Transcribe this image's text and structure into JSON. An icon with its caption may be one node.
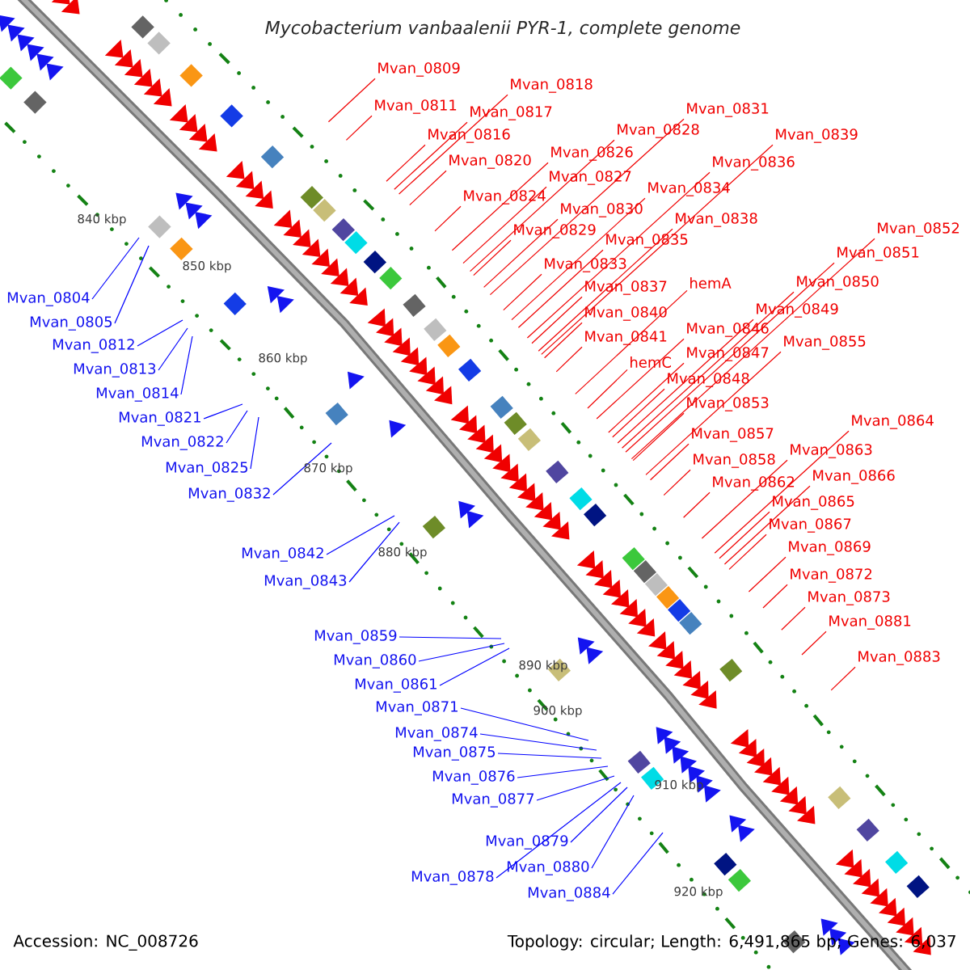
{
  "diagram": {
    "title": "Mycobacterium vanbaalenii PYR-1, complete genome",
    "nodes": [
      {
        "text": [
          "Mvan_0809"
        ]
      },
      {
        "text": [
          "Mvan_0811"
        ]
      },
      {
        "text": [
          "Mvan_0816"
        ]
      },
      {
        "text": [
          "Mvan_0817"
        ]
      },
      {
        "text": [
          "Mvan_0818"
        ]
      },
      {
        "text": [
          "Mvan_0820"
        ]
      },
      {
        "text": [
          "Mvan_0824"
        ]
      },
      {
        "text": [
          "Mvan_0826"
        ]
      },
      {
        "text": [
          "Mvan_0827"
        ]
      },
      {
        "text": [
          "Mvan_0828"
        ]
      },
      {
        "text": [
          "Mvan_0829"
        ]
      },
      {
        "text": [
          "Mvan_0830"
        ]
      },
      {
        "text": [
          "Mvan_0831"
        ]
      },
      {
        "text": [
          "Mvan_0833"
        ]
      },
      {
        "text": [
          "Mvan_0834"
        ]
      },
      {
        "text": [
          "Mvan_0835"
        ]
      },
      {
        "text": [
          "Mvan_0836"
        ]
      },
      {
        "text": [
          "Mvan_0837"
        ]
      },
      {
        "text": [
          "Mvan_0838"
        ]
      },
      {
        "text": [
          "Mvan_0839"
        ]
      },
      {
        "text": [
          "Mvan_0840"
        ]
      },
      {
        "text": [
          "hemA"
        ]
      },
      {
        "text": [
          "Mvan_0841"
        ]
      },
      {
        "text": [
          "hemC"
        ]
      },
      {
        "text": [
          "Mvan_0846"
        ]
      },
      {
        "text": [
          "Mvan_0847"
        ]
      },
      {
        "text": [
          "Mvan_0848"
        ]
      },
      {
        "text": [
          "Mvan_0849"
        ]
      },
      {
        "text": [
          "Mvan_0850"
        ]
      },
      {
        "text": [
          "Mvan_0851"
        ]
      },
      {
        "text": [
          "Mvan_0852"
        ]
      },
      {
        "text": [
          "Mvan_0853"
        ]
      },
      {
        "text": [
          "Mvan_0855"
        ]
      },
      {
        "text": [
          "Mvan_0857"
        ]
      },
      {
        "text": [
          "Mvan_0858"
        ]
      },
      {
        "text": [
          "Mvan_0862"
        ]
      },
      {
        "text": [
          "Mvan_0863"
        ]
      },
      {
        "text": [
          "Mvan_0864"
        ]
      },
      {
        "text": [
          "Mvan_0865"
        ]
      },
      {
        "text": [
          "Mvan_0866"
        ]
      },
      {
        "text": [
          "Mvan_0867"
        ]
      },
      {
        "text": [
          "Mvan_0869"
        ]
      },
      {
        "text": [
          "Mvan_0872"
        ]
      },
      {
        "text": [
          "Mvan_0873"
        ]
      },
      {
        "text": [
          "Mvan_0881"
        ]
      },
      {
        "text": [
          "Mvan_0883"
        ]
      },
      {
        "text": [
          "Mvan_0804"
        ]
      },
      {
        "text": [
          "Mvan_0805"
        ]
      },
      {
        "text": [
          "Mvan_0812"
        ]
      },
      {
        "text": [
          "Mvan_0813"
        ]
      },
      {
        "text": [
          "Mvan_0814"
        ]
      },
      {
        "text": [
          "Mvan_0821"
        ]
      },
      {
        "text": [
          "Mvan_0822"
        ]
      },
      {
        "text": [
          "Mvan_0825"
        ]
      },
      {
        "text": [
          "Mvan_0832"
        ]
      },
      {
        "text": [
          "Mvan_0842"
        ]
      },
      {
        "text": [
          "Mvan_0843"
        ]
      },
      {
        "text": [
          "Mvan_0859"
        ]
      },
      {
        "text": [
          "Mvan_0860"
        ]
      },
      {
        "text": [
          "Mvan_0861"
        ]
      },
      {
        "text": [
          "Mvan_0871"
        ]
      },
      {
        "text": [
          "Mvan_0874"
        ]
      },
      {
        "text": [
          "Mvan_0875"
        ]
      },
      {
        "text": [
          "Mvan_0876"
        ]
      },
      {
        "text": [
          "Mvan_0877"
        ]
      },
      {
        "text": [
          "Mvan_0879"
        ]
      },
      {
        "text": [
          "Mvan_0880"
        ]
      },
      {
        "text": [
          "Mvan_0878"
        ]
      },
      {
        "text": [
          "Mvan_0884"
        ]
      }
    ],
    "edges": [
      {
        "from": 0,
        "to": null,
        "arrow": "none"
      },
      {
        "from": 1,
        "to": null,
        "arrow": "none"
      },
      {
        "from": 2,
        "to": null,
        "arrow": "none"
      },
      {
        "from": 3,
        "to": null,
        "arrow": "none"
      },
      {
        "from": 4,
        "to": null,
        "arrow": "none"
      },
      {
        "from": 5,
        "to": null,
        "arrow": "none"
      },
      {
        "from": 6,
        "to": null,
        "arrow": "none"
      },
      {
        "from": 7,
        "to": null,
        "arrow": "none"
      },
      {
        "from": 8,
        "to": null,
        "arrow": "none"
      },
      {
        "from": 9,
        "to": null,
        "arrow": "none"
      },
      {
        "from": 10,
        "to": null,
        "arrow": "none"
      },
      {
        "from": 11,
        "to": null,
        "arrow": "none"
      },
      {
        "from": 12,
        "to": null,
        "arrow": "none"
      },
      {
        "from": 13,
        "to": null,
        "arrow": "none"
      },
      {
        "from": 14,
        "to": null,
        "arrow": "none"
      },
      {
        "from": 15,
        "to": null,
        "arrow": "none"
      },
      {
        "from": 16,
        "to": null,
        "arrow": "none"
      },
      {
        "from": 17,
        "to": null,
        "arrow": "none"
      },
      {
        "from": 18,
        "to": null,
        "arrow": "none"
      },
      {
        "from": 19,
        "to": null,
        "arrow": "none"
      },
      {
        "from": 20,
        "to": null,
        "arrow": "none"
      },
      {
        "from": 21,
        "to": null,
        "arrow": "none"
      },
      {
        "from": 22,
        "to": null,
        "arrow": "none"
      },
      {
        "from": 23,
        "to": null,
        "arrow": "none"
      },
      {
        "from": 24,
        "to": null,
        "arrow": "none"
      },
      {
        "from": 25,
        "to": null,
        "arrow": "none"
      },
      {
        "from": 26,
        "to": null,
        "arrow": "none"
      },
      {
        "from": 27,
        "to": null,
        "arrow": "none"
      },
      {
        "from": 28,
        "to": null,
        "arrow": "none"
      },
      {
        "from": 29,
        "to": null,
        "arrow": "none"
      },
      {
        "from": 30,
        "to": null,
        "arrow": "none"
      },
      {
        "from": 31,
        "to": null,
        "arrow": "none"
      },
      {
        "from": 32,
        "to": null,
        "arrow": "none"
      },
      {
        "from": 33,
        "to": null,
        "arrow": "none"
      },
      {
        "from": 34,
        "to": null,
        "arrow": "none"
      },
      {
        "from": 35,
        "to": null,
        "arrow": "none"
      },
      {
        "from": 36,
        "to": null,
        "arrow": "none"
      },
      {
        "from": 37,
        "to": null,
        "arrow": "none"
      },
      {
        "from": 38,
        "to": null,
        "arrow": "none"
      },
      {
        "from": 39,
        "to": null,
        "arrow": "none"
      },
      {
        "from": 40,
        "to": null,
        "arrow": "none"
      },
      {
        "from": 41,
        "to": null,
        "arrow": "none"
      },
      {
        "from": 42,
        "to": null,
        "arrow": "none"
      },
      {
        "from": 43,
        "to": null,
        "arrow": "none"
      },
      {
        "from": 44,
        "to": null,
        "arrow": "none"
      },
      {
        "from": 45,
        "to": null,
        "arrow": "none"
      },
      {
        "from": 46,
        "to": null,
        "arrow": "none",
        "color": "#0000ff"
      },
      {
        "from": 47,
        "to": null,
        "arrow": "none",
        "color": "#0000ff"
      },
      {
        "from": 48,
        "to": null,
        "arrow": "none",
        "color": "#0000ff"
      },
      {
        "from": 49,
        "to": null,
        "arrow": "none",
        "color": "#0000ff"
      },
      {
        "from": 50,
        "to": null,
        "arrow": "none",
        "color": "#0000ff"
      },
      {
        "from": 51,
        "to": null,
        "arrow": "none",
        "color": "#0000ff"
      },
      {
        "from": 52,
        "to": null,
        "arrow": "none",
        "color": "#0000ff"
      },
      {
        "from": 53,
        "to": null,
        "arrow": "none",
        "color": "#0000ff"
      },
      {
        "from": 54,
        "to": null,
        "arrow": "none",
        "color": "#0000ff"
      },
      {
        "from": 55,
        "to": null,
        "arrow": "none",
        "color": "#0000ff"
      },
      {
        "from": 56,
        "to": null,
        "arrow": "none",
        "color": "#0000ff"
      },
      {
        "from": 57,
        "to": null,
        "arrow": "none",
        "color": "#0000ff"
      },
      {
        "from": 58,
        "to": null,
        "arrow": "none",
        "color": "#0000ff"
      },
      {
        "from": 59,
        "to": null,
        "arrow": "none",
        "color": "#0000ff"
      },
      {
        "from": 60,
        "to": null,
        "arrow": "none",
        "color": "#0000ff"
      },
      {
        "from": 61,
        "to": null,
        "arrow": "none",
        "color": "#0000ff"
      },
      {
        "from": 62,
        "to": null,
        "arrow": "none",
        "color": "#0000ff"
      },
      {
        "from": 63,
        "to": null,
        "arrow": "none",
        "color": "#0000ff"
      },
      {
        "from": 64,
        "to": null,
        "arrow": "none",
        "color": "#0000ff"
      },
      {
        "from": 65,
        "to": null,
        "arrow": "none",
        "color": "#0000ff"
      },
      {
        "from": 66,
        "to": null,
        "arrow": "none",
        "color": "#0000ff"
      },
      {
        "from": 67,
        "to": null,
        "arrow": "none",
        "color": "#0000ff"
      },
      {
        "from": 68,
        "to": null,
        "arrow": "none",
        "color": "#0000ff"
      }
    ],
    "labels": [
      "840 kbp",
      "850 kbp",
      "860 kbp",
      "870 kbp",
      "880 kbp",
      "890 kbp",
      "900 kbp",
      "910 kbp",
      "920 kbp",
      "Accession: NC_008726",
      "Topology: circular; Length: 6,491,865 bp; Genes: 6,037"
    ]
  }
}
